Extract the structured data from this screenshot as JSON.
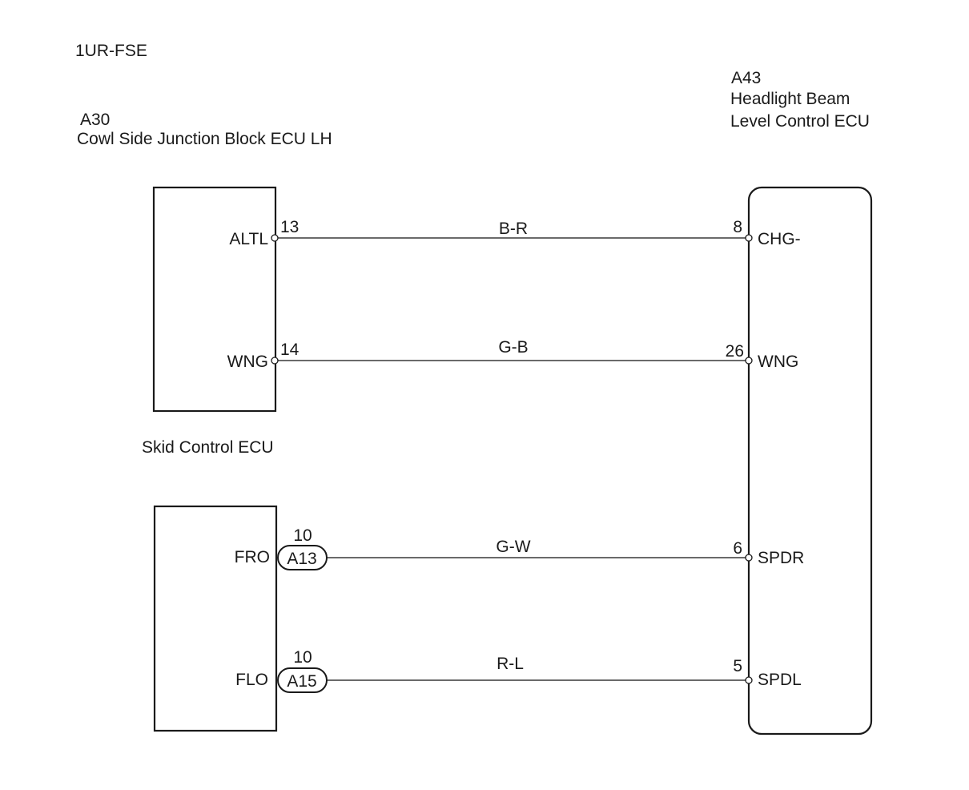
{
  "engine_code": "1UR-FSE",
  "components": {
    "cowl_ecu": {
      "code": "A30",
      "name": "Cowl Side Junction Block ECU LH"
    },
    "headlight_ecu": {
      "code": "A43",
      "name_line1": "Headlight Beam",
      "name_line2": "Level Control ECU"
    },
    "skid_ecu": {
      "name": "Skid Control ECU"
    }
  },
  "wires": [
    {
      "color": "B-R",
      "left_terminal": "ALTL",
      "left_pin": "13",
      "right_pin": "8",
      "right_terminal": "CHG-"
    },
    {
      "color": "G-B",
      "left_terminal": "WNG",
      "left_pin": "14",
      "right_pin": "26",
      "right_terminal": "WNG"
    },
    {
      "color": "G-W",
      "left_terminal": "FRO",
      "left_pin": "10",
      "connector": "A13",
      "right_pin": "6",
      "right_terminal": "SPDR"
    },
    {
      "color": "R-L",
      "left_terminal": "FLO",
      "left_pin": "10",
      "connector": "A15",
      "right_pin": "5",
      "right_terminal": "SPDL"
    }
  ]
}
